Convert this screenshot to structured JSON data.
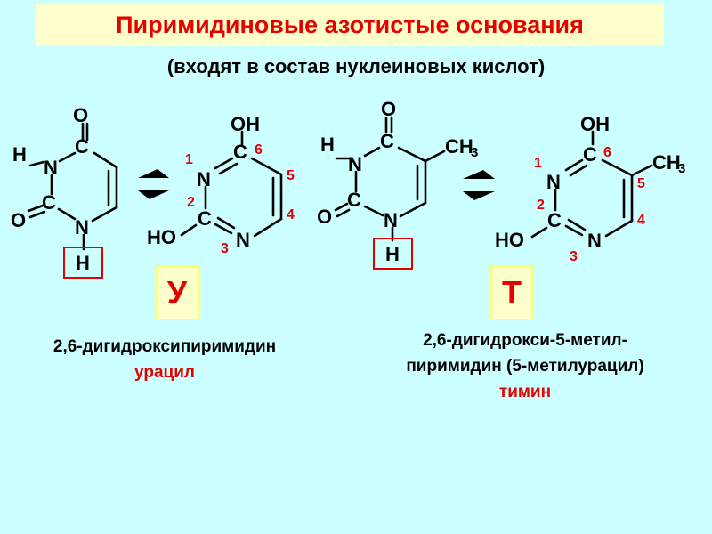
{
  "title": "Пиримидиновые азотистые основания",
  "subtitle": "(входят в состав нуклеиновых кислот)",
  "atoms": {
    "O": "O",
    "OH": "OH",
    "HO": "HO",
    "N": "N",
    "C": "C",
    "H": "H",
    "CH": "CH",
    "sub3": "3"
  },
  "ring_numbers": [
    "1",
    "2",
    "3",
    "4",
    "5",
    "6"
  ],
  "uracil": {
    "letter": "У",
    "systematic_name": "2,6-дигидроксипиримидин",
    "common_name": "урацил"
  },
  "thymine": {
    "letter": "Т",
    "systematic_name_line1": "2,6-дигидрокси-5-метил-",
    "systematic_name_line2": "пиримидин (5-метилурацил)",
    "common_name": "тимин"
  },
  "colors": {
    "background": "#ccffff",
    "title_box": "#ffffcc",
    "accent": "#e60000"
  }
}
